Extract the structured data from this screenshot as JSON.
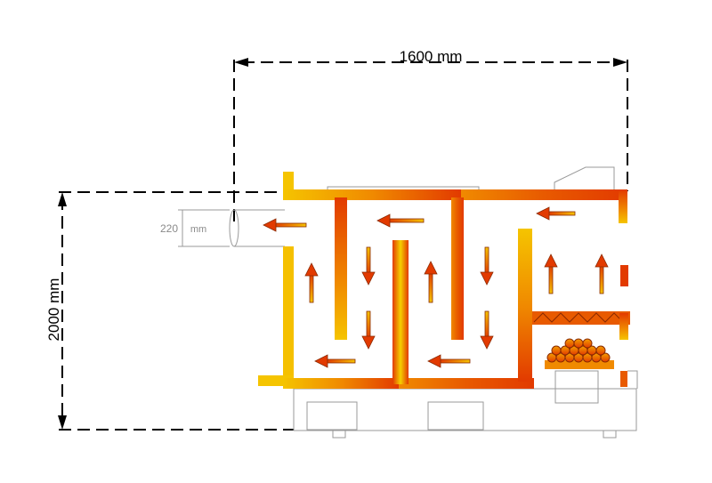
{
  "dimensions": {
    "width_label": "1600 mm",
    "height_label": "2000 mm",
    "flue_label": "220 mm"
  },
  "colors": {
    "hot": "#e23a00",
    "warm": "#f08a00",
    "mild": "#f5c400",
    "outline": "#9a9a9a",
    "dimension": "#000000"
  }
}
